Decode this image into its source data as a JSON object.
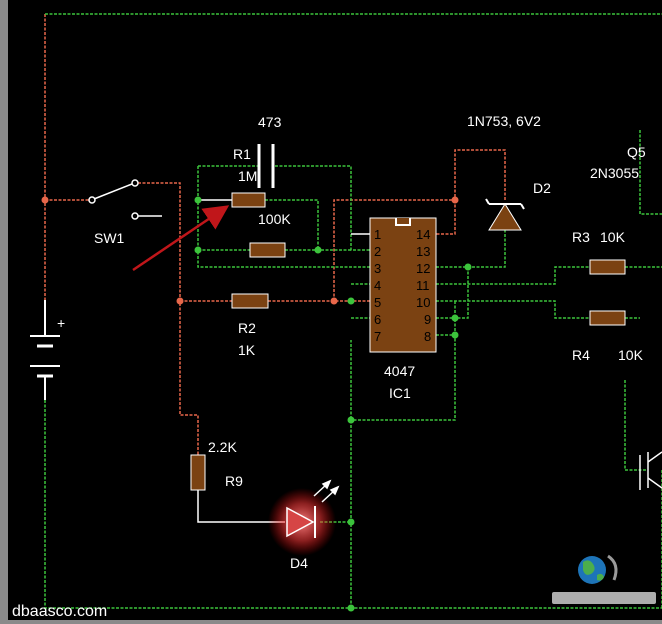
{
  "colors": {
    "wire_red": "#e8674a",
    "wire_green": "#3cc43c",
    "wire_white": "#ffffff",
    "component_fill": "#7b4212",
    "ic_fill": "#7b4212",
    "led_glow": "#ff4d4d",
    "arrow": "#c0161a",
    "background": "#000000"
  },
  "components": {
    "cap": {
      "value": "473"
    },
    "r1": {
      "name": "R1",
      "value": "1M"
    },
    "r_pot": {
      "value": "100K"
    },
    "r2": {
      "name": "R2",
      "value": "1K"
    },
    "r3": {
      "name": "R3",
      "value": "10K"
    },
    "r4": {
      "name": "R4",
      "value": "10K"
    },
    "r9": {
      "name": "R9",
      "value": "2.2K"
    },
    "d2": {
      "name": "D2",
      "value": "1N753, 6V2"
    },
    "d4": {
      "name": "D4"
    },
    "q5": {
      "name": "Q5",
      "value": "2N3055"
    },
    "sw1": {
      "name": "SW1"
    },
    "battery": {
      "plus": "+"
    },
    "ic1": {
      "name": "IC1",
      "part": "4047",
      "pins_left": [
        "1",
        "2",
        "3",
        "4",
        "5",
        "6",
        "7"
      ],
      "pins_right": [
        "14",
        "13",
        "12",
        "11",
        "10",
        "9",
        "8"
      ]
    }
  },
  "watermark": {
    "site": "dbaasco.com",
    "logo_icon": "globe-logo-icon"
  }
}
